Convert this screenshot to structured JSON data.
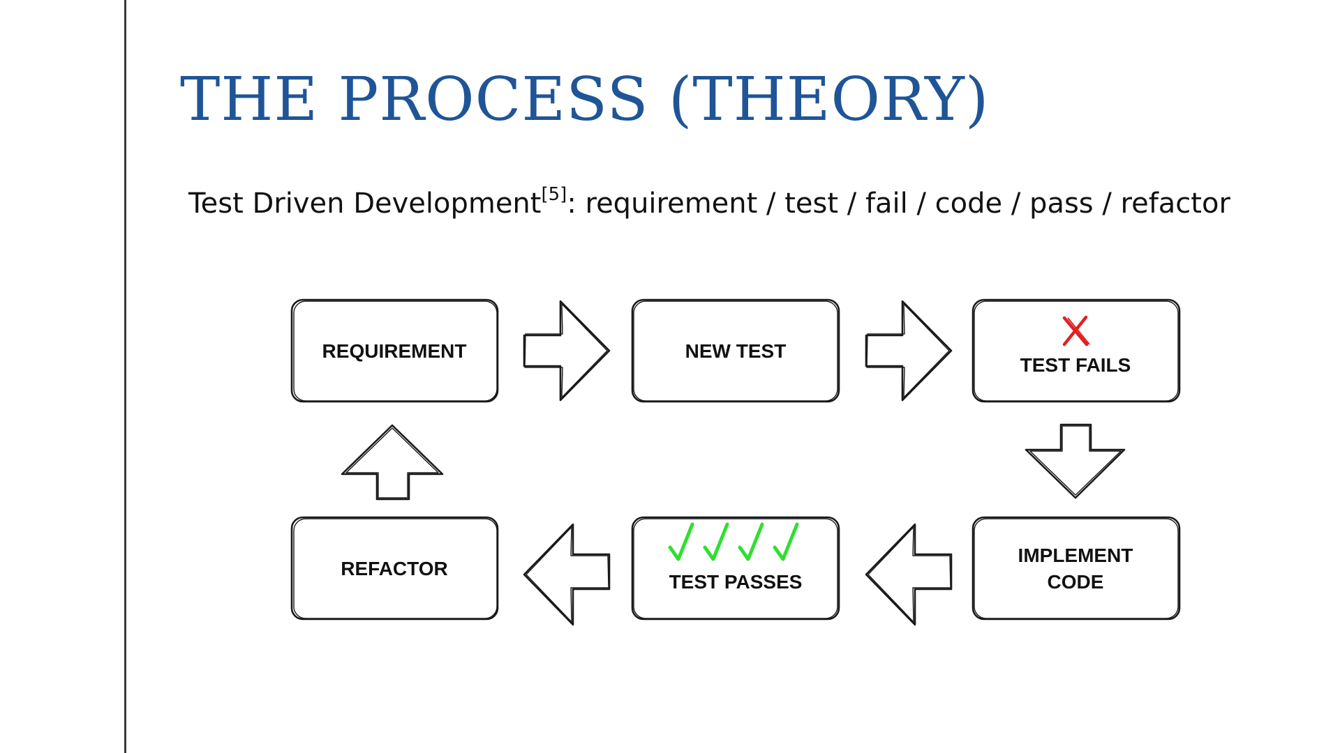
{
  "slide": {
    "title": "THE PROCESS (THEORY)",
    "subtitle_prefix": "Test Driven Development",
    "subtitle_citation": "[5]",
    "subtitle_suffix": ": requirement / test / fail / code / pass / refactor"
  },
  "diagram": {
    "steps": {
      "requirement": "REQUIREMENT",
      "new_test": "NEW TEST",
      "test_fails": "TEST FAILS",
      "implement_code_line1": "IMPLEMENT",
      "implement_code_line2": "CODE",
      "test_passes": "TEST PASSES",
      "refactor": "REFACTOR"
    },
    "icons": {
      "fail": "red-x-icon",
      "pass": "green-check-marks-icon"
    },
    "colors": {
      "title": "#1f5597",
      "fail_mark": "#e02020",
      "pass_mark": "#2ee02e"
    }
  }
}
